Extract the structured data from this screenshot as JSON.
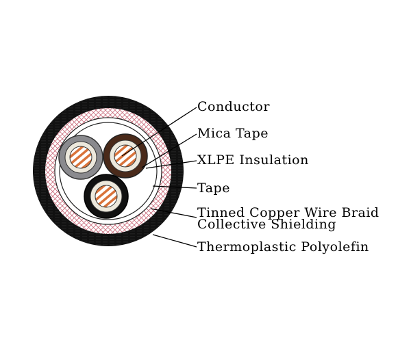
{
  "labels": {
    "conductor": "Conductor",
    "mica_tape": "Mica Tape",
    "xlpe_insulation": "XLPE Insulation",
    "tape": "Tape",
    "braid_line1": "Tinned Copper Wire Braid",
    "braid_line2": "Collective Shielding",
    "sheath": "Thermoplastic Polyolefin"
  },
  "colors": {
    "sheath": "#111111",
    "braid": "#c96a7a",
    "core_gray": "#8a8a8e",
    "core_brown": "#4a2a1a",
    "core_black": "#111111",
    "insulation": "#ece8dc",
    "copper": "#d9733a"
  }
}
